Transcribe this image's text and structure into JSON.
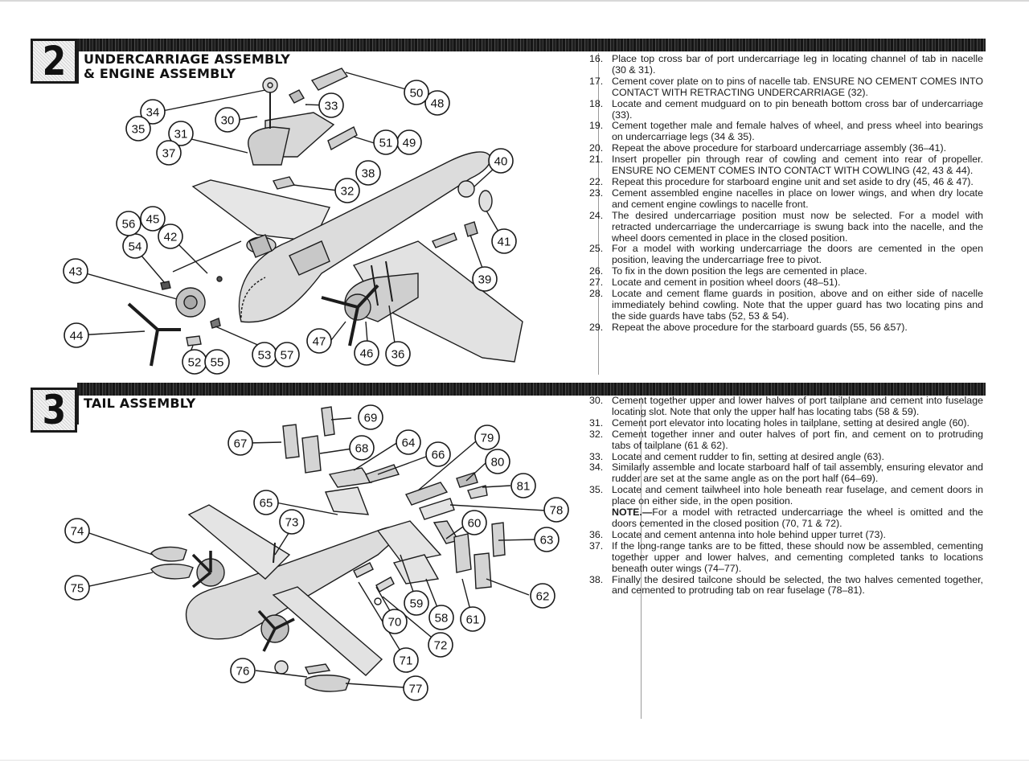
{
  "section2": {
    "number": "2",
    "title_line1": "UNDERCARRIAGE ASSEMBLY",
    "title_line2": "& ENGINE ASSEMBLY",
    "callouts": [
      "30",
      "31",
      "32",
      "33",
      "34",
      "35",
      "36",
      "37",
      "38",
      "39",
      "40",
      "41",
      "42",
      "43",
      "44",
      "45",
      "46",
      "47",
      "48",
      "49",
      "50",
      "51",
      "52",
      "53",
      "54",
      "55",
      "56",
      "57"
    ],
    "steps": [
      {
        "num": "16.",
        "text": "Place top cross bar of port undercarriage leg in locating channel of tab in nacelle (30 & 31)."
      },
      {
        "num": "17.",
        "text": "Cement cover plate on to pins of nacelle tab. ENSURE NO CEMENT COMES INTO CONTACT WITH RETRACTING UNDERCARRIAGE (32)."
      },
      {
        "num": "18.",
        "text": "Locate and cement mudguard on to pin beneath bottom cross bar of undercarriage (33)."
      },
      {
        "num": "19.",
        "text": "Cement together male and female halves of wheel, and press wheel into bearings on undercarriage legs (34 & 35)."
      },
      {
        "num": "20.",
        "text": "Repeat the above procedure for starboard undercarriage assembly (36–41)."
      },
      {
        "num": "21.",
        "text": "Insert propeller pin through rear of cowling and cement into rear of propeller. ENSURE NO CEMENT COMES INTO CONTACT WITH COWLING (42, 43 & 44)."
      },
      {
        "num": "22.",
        "text": "Repeat this procedure for starboard engine unit and set aside to dry (45, 46 & 47)."
      },
      {
        "num": "23.",
        "text": "Cement assembled engine nacelles in place on lower wings, and when dry locate and cement engine cowlings to nacelle front."
      },
      {
        "num": "24.",
        "text": "The desired undercarriage position must now be selected. For a model with retracted undercarriage the undercarriage is swung back into the nacelle, and the wheel doors cemented in place in the closed position."
      },
      {
        "num": "25.",
        "text": "For a model with working undercarriage the doors are cemented in the open position, leaving the undercarriage free to pivot."
      },
      {
        "num": "26.",
        "text": "To fix in the down position the legs are cemented in place."
      },
      {
        "num": "27.",
        "text": "Locate and cement in position wheel doors (48–51)."
      },
      {
        "num": "28.",
        "text": "Locate and cement flame guards in position, above and on either side of nacelle immediately behind cowling. Note that the upper guard has two locating pins and the side guards have tabs (52, 53 & 54)."
      },
      {
        "num": "29.",
        "text": "Repeat the above procedure for the starboard guards (55, 56 &57)."
      }
    ]
  },
  "section3": {
    "number": "3",
    "title": "TAIL ASSEMBLY",
    "callouts": [
      "58",
      "59",
      "60",
      "61",
      "62",
      "63",
      "64",
      "65",
      "66",
      "67",
      "68",
      "69",
      "70",
      "71",
      "72",
      "73",
      "74",
      "75",
      "76",
      "77",
      "78",
      "79",
      "80",
      "81"
    ],
    "steps": [
      {
        "num": "30.",
        "text": "Cement together upper and lower halves of port tailplane and cement into fuselage locating slot. Note that only the upper half has locating tabs (58 & 59)."
      },
      {
        "num": "31.",
        "text": "Cement port elevator into locating holes in tailplane, setting at desired angle (60)."
      },
      {
        "num": "32.",
        "text": "Cement together inner and outer halves of port fin, and cement on to protruding tabs of tailplane (61 & 62)."
      },
      {
        "num": "33.",
        "text": "Locate and cement rudder to fin, setting at desired angle (63)."
      },
      {
        "num": "34.",
        "text": "Similarly assemble and locate starboard half of tail assembly, ensuring elevator and rudder are set at the same angle as on the port half (64–69)."
      },
      {
        "num": "35.",
        "text": "Locate and cement tailwheel into hole beneath rear fuselage, and cement doors in place on either side, in the open position."
      },
      {
        "num": "",
        "note_label": "NOTE.—",
        "text": "For a model with retracted undercarriage the wheel is omitted and the doors cemented in the closed position (70, 71 & 72)."
      },
      {
        "num": "36.",
        "text": "Locate and cement antenna into hole behind upper turret (73)."
      },
      {
        "num": "37.",
        "text": "If the long-range tanks are to be fitted, these should now be assembled, cementing together upper and lower halves, and cementing completed tanks to locations beneath outer wings (74–77)."
      },
      {
        "num": "38.",
        "text": "Finally the desired tailcone should be selected, the two halves cemented together, and cemented to protruding tab on rear fuselage (78–81)."
      }
    ]
  }
}
